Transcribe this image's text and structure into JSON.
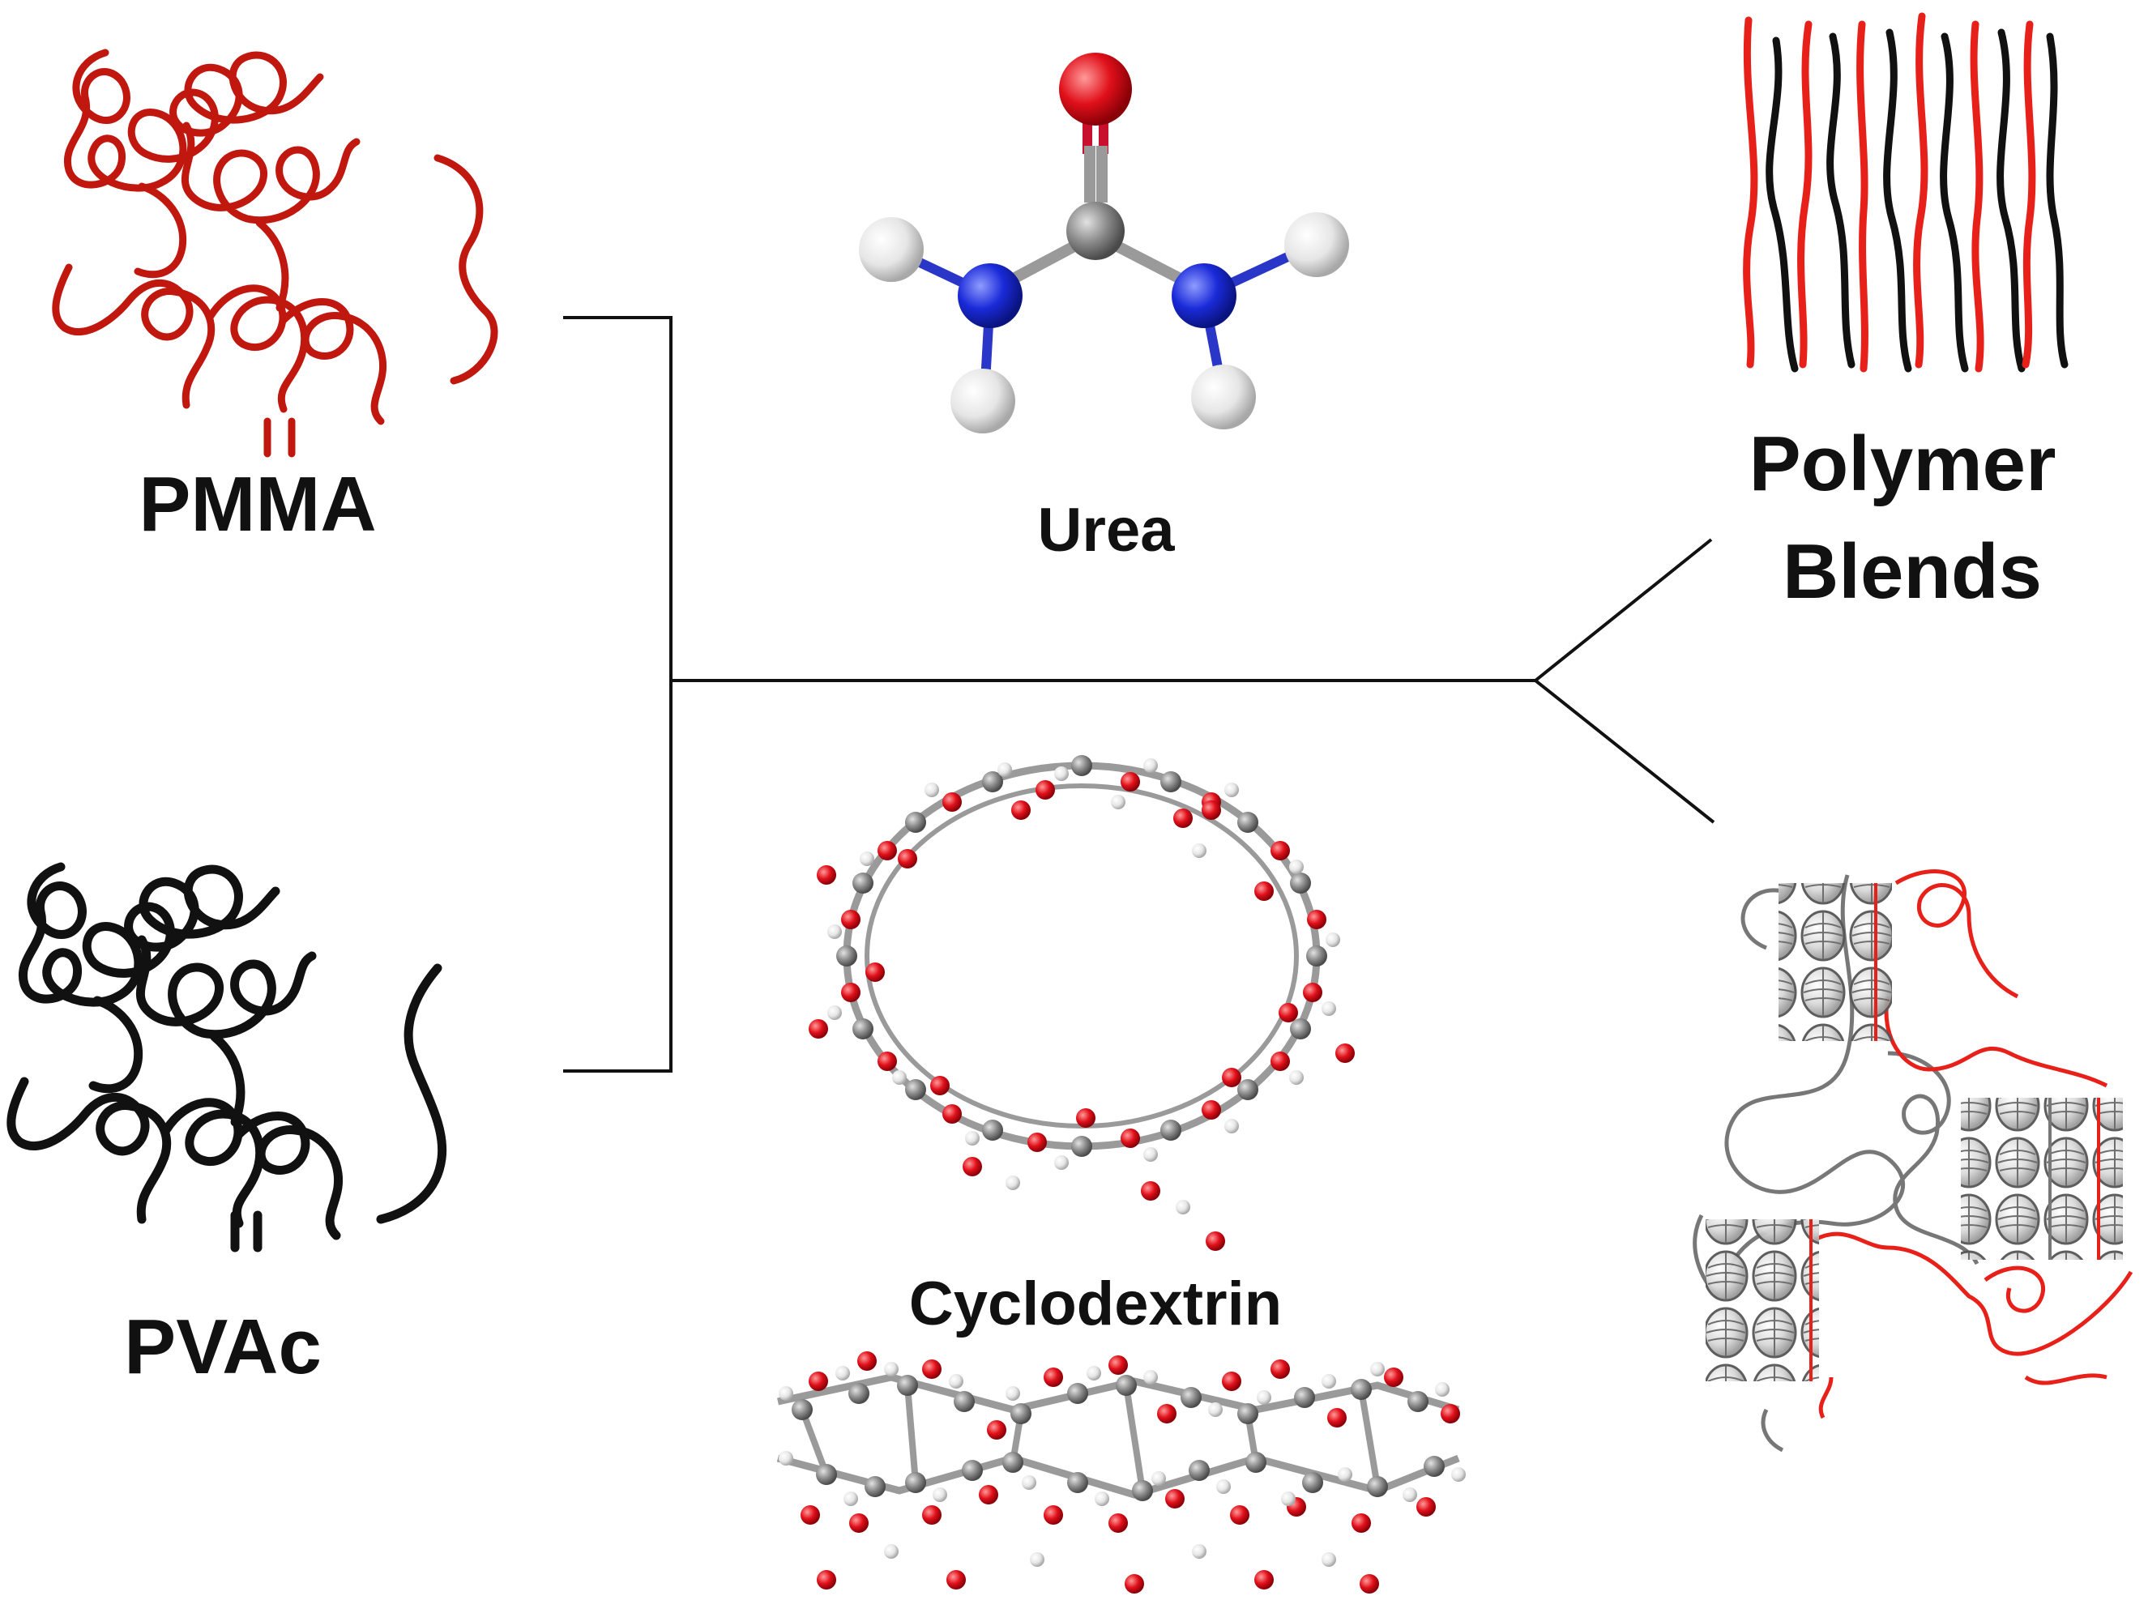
{
  "labels": {
    "pmma": "PMMA",
    "pvac": "PVAc",
    "urea": "Urea",
    "cyclodextrin": "Cyclodextrin",
    "polymer_blends_line1": "Polymer",
    "polymer_blends_line2": "Blends"
  },
  "colors": {
    "pmma_chain": "#c0180f",
    "pvac_chain": "#111111",
    "oxygen": "#e0101a",
    "nitrogen": "#1a2ad8",
    "carbon": "#8a8a8a",
    "hydrogen": "#e6e6e6",
    "connector": "#111111",
    "complex_red": "#e8201a",
    "complex_gray": "#777777"
  }
}
